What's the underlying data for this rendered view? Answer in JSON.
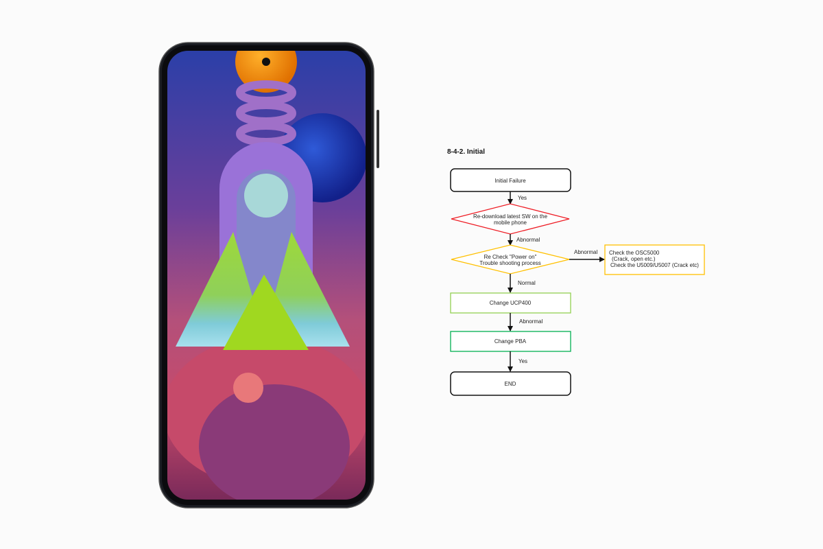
{
  "diagram": {
    "title": "8-4-2. Initial",
    "nodes": {
      "start": "Initial Failure",
      "redownload_line1": "Re-download latest SW on the",
      "redownload_line2": "mobile phone",
      "recheck_line1": "Re Check \"Power on\"",
      "recheck_line2": "Trouble shooting process",
      "check_line1": "Check the OSC5000",
      "check_line2": "(Crack, open etc.)",
      "check_line3": "Check the U5009/U5007 (Crack etc)",
      "ucp": "Change UCP400",
      "pba": "Change PBA",
      "end": "END"
    },
    "edges": {
      "e1": "Yes",
      "e2": "Abnormal",
      "e3": "Abnormal",
      "e4": "Normal",
      "e5": "Abnormal",
      "e6": "Yes"
    },
    "colors": {
      "red": "#ee1c24",
      "yellow": "#ffc000",
      "lightgreen": "#92d050",
      "green": "#00b050"
    }
  }
}
